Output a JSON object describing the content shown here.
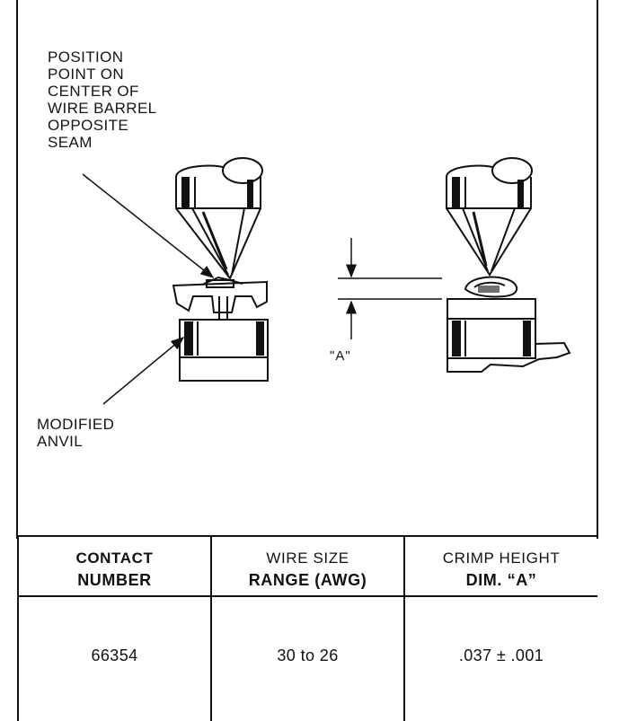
{
  "labels": {
    "position_note": "POSITION\nPOINT ON\nCENTER OF\nWIRE BARREL\nOPPOSITE\nSEAM",
    "anvil_note": "MODIFIED\nANVIL",
    "dimension_marker": "\"A\""
  },
  "table": {
    "headers": [
      {
        "line1": "CONTACT",
        "line2": "NUMBER"
      },
      {
        "line1": "WIRE SIZE",
        "line2": "RANGE (AWG)"
      },
      {
        "line1": "CRIMP HEIGHT",
        "line2": "DIM. “A”"
      }
    ],
    "rows": [
      {
        "contact_number": "66354",
        "wire_size_range": "30 to 26",
        "crimp_height": ".037 ± .001"
      }
    ]
  },
  "colors": {
    "ink": "#111111",
    "background": "#ffffff"
  }
}
